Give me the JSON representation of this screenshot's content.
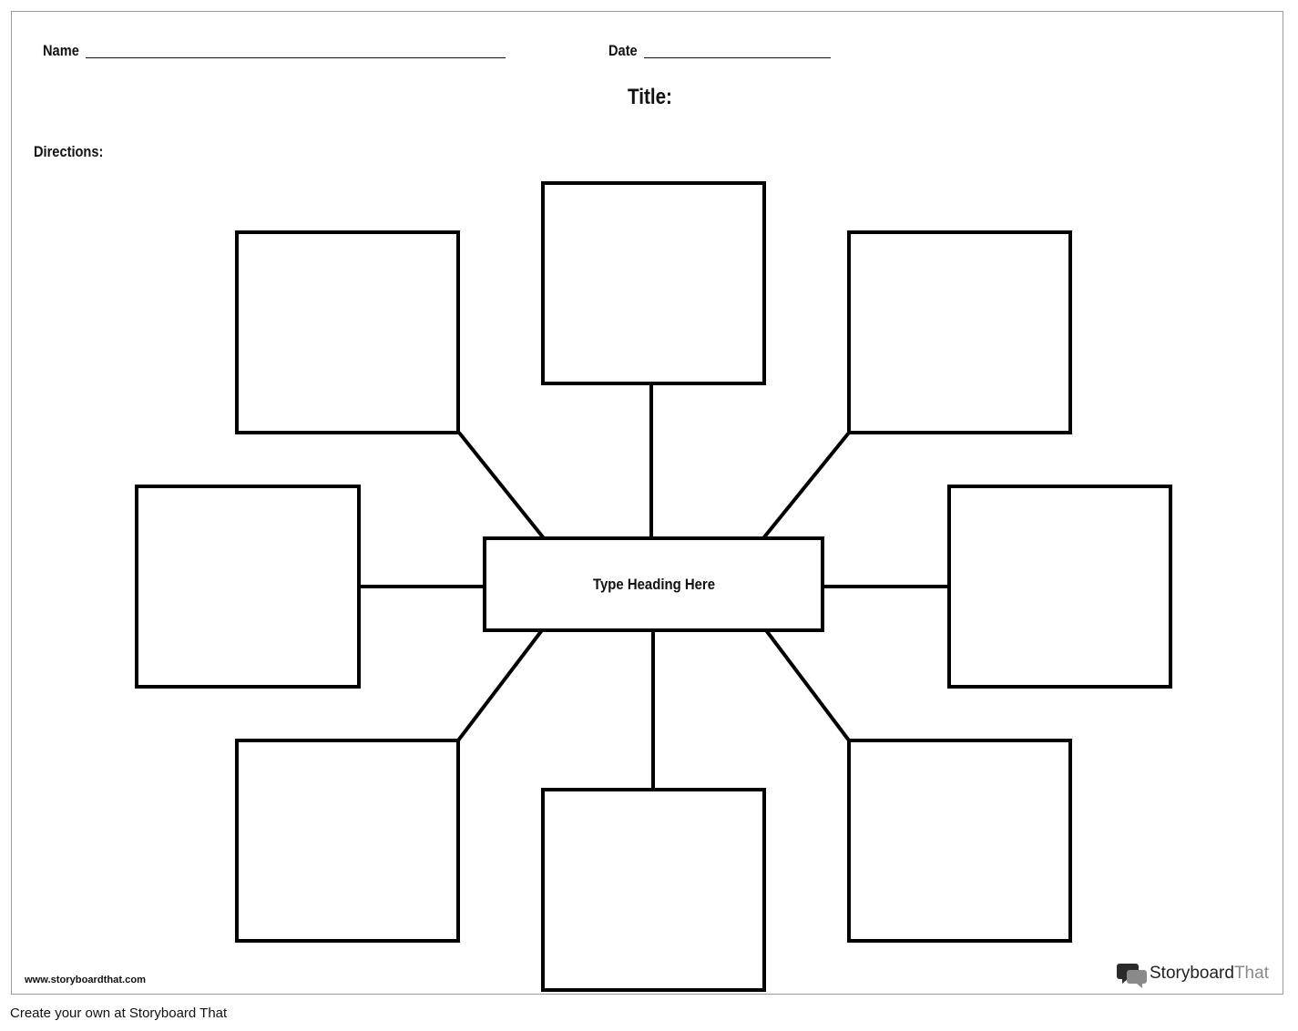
{
  "worksheet": {
    "name_label": "Name",
    "date_label": "Date",
    "title_label": "Title:",
    "directions_label": "Directions:",
    "website": "www.storyboardthat.com"
  },
  "spider_map": {
    "center_heading": "Type Heading Here",
    "outer_box_count": 8
  },
  "brand": {
    "logo_part1": "Storyboard",
    "logo_part2": "That"
  },
  "footer": {
    "caption": "Create your own at Storyboard That"
  }
}
